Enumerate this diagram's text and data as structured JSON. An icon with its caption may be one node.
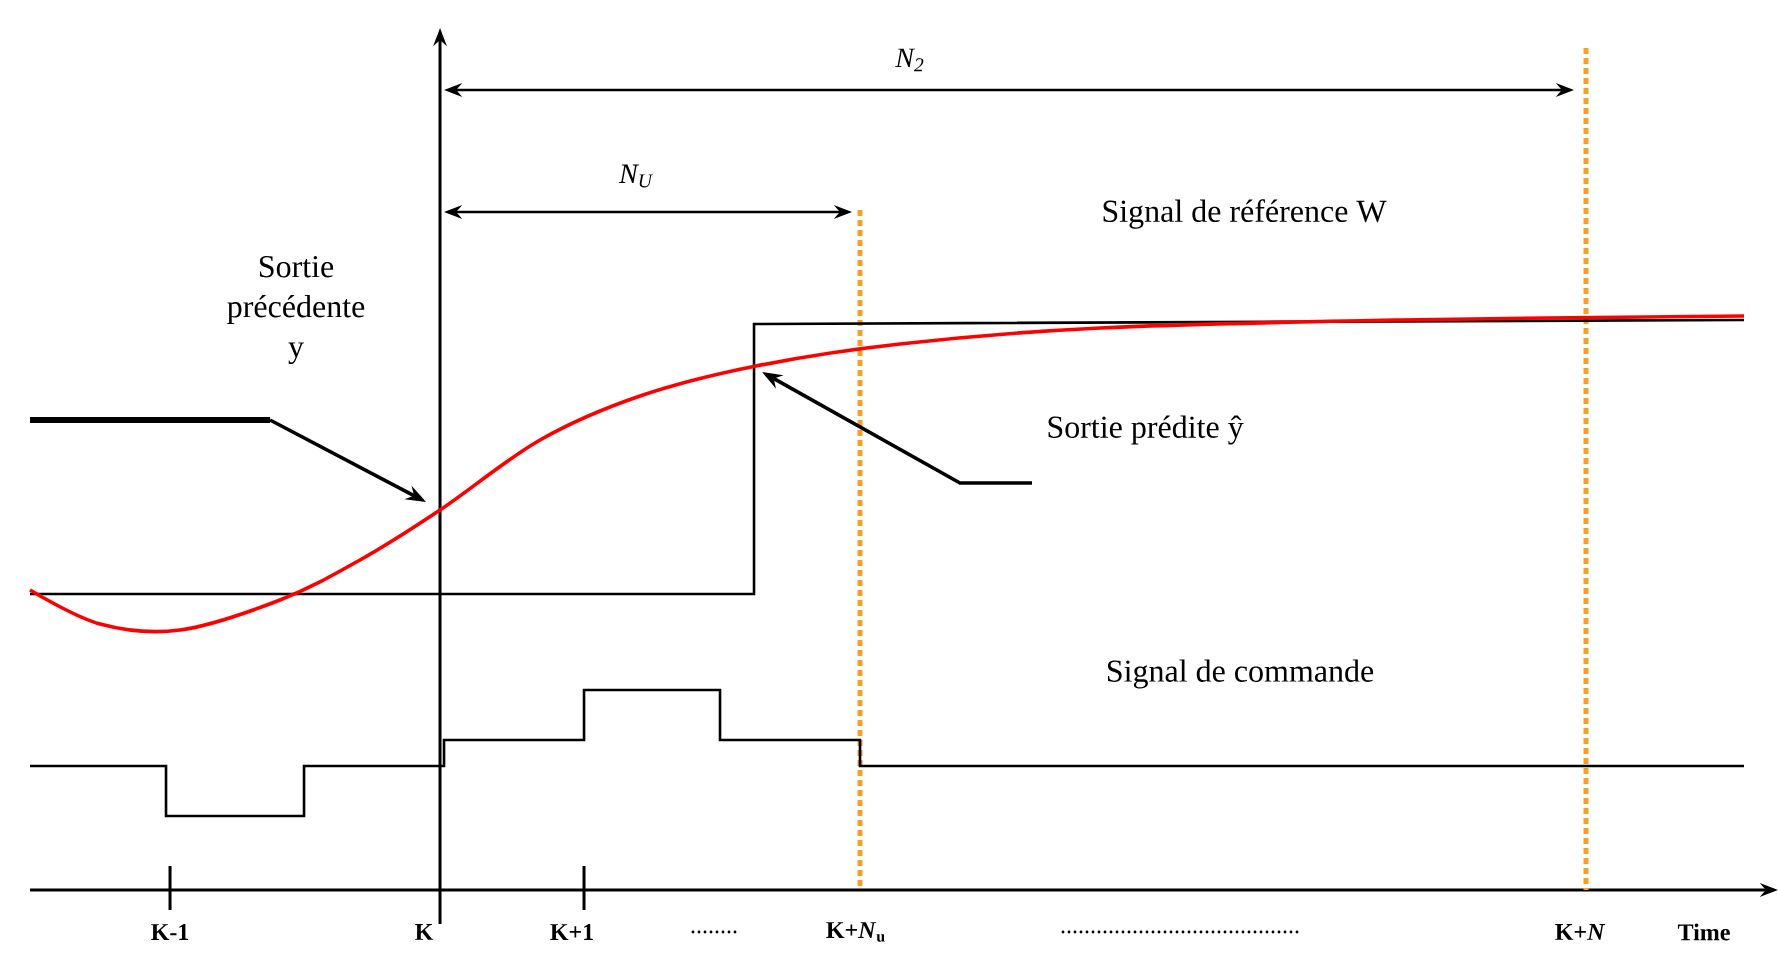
{
  "diagram": {
    "nodes": [
      {
        "text": [
          "Sortie précédente y"
        ]
      },
      {
        "text": [
          "Sortie prédite ŷ"
        ]
      }
    ],
    "edges": [
      {
        "from": 0,
        "to": null,
        "arrow": "to"
      },
      {
        "from": 1,
        "to": null,
        "arrow": "to"
      }
    ],
    "labels": [
      "N$_{2}$",
      "N$_{U}$",
      "Signal de référence W",
      "Signal de commande",
      "K-1",
      "K",
      "K+1",
      "........",
      "K+*N*$_{u}$",
      "........................................",
      "K+*N*",
      "Time"
    ]
  }
}
